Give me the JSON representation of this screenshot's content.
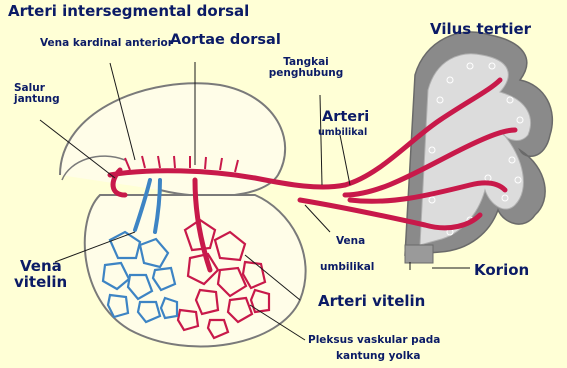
{
  "title": "Arteri intersegmental dorsal",
  "colors": {
    "background": "#ffffd6",
    "artery": "#c8194a",
    "vein": "#3d84c4",
    "label": "#0b1b66",
    "villus_outer": "#8a8a8a",
    "villus_inner": "#dcdcdc"
  },
  "labels": {
    "vena_kardinal_anterior": "Vena kardinal anterior",
    "aortae_dorsal": "Aortae dorsal",
    "salur_jantung": "Salur jantung",
    "tangkai_penghubung": "Tangkai penghubung",
    "vilus_tertier": "Vilus tertier",
    "arteri_umbilikal_1": "Arteri",
    "arteri_umbilikal_2": "umbilikal",
    "vena_umbilikal_1": "Vena",
    "vena_umbilikal_2": "umbilikal",
    "vena_vitelin_1": "Vena",
    "vena_vitelin_2": "vitelin",
    "korion": "Korion",
    "arteri_vitelin": "Arteri vitelin",
    "pleksus_1": "Pleksus vaskular pada",
    "pleksus_2": "kantung yolka"
  }
}
